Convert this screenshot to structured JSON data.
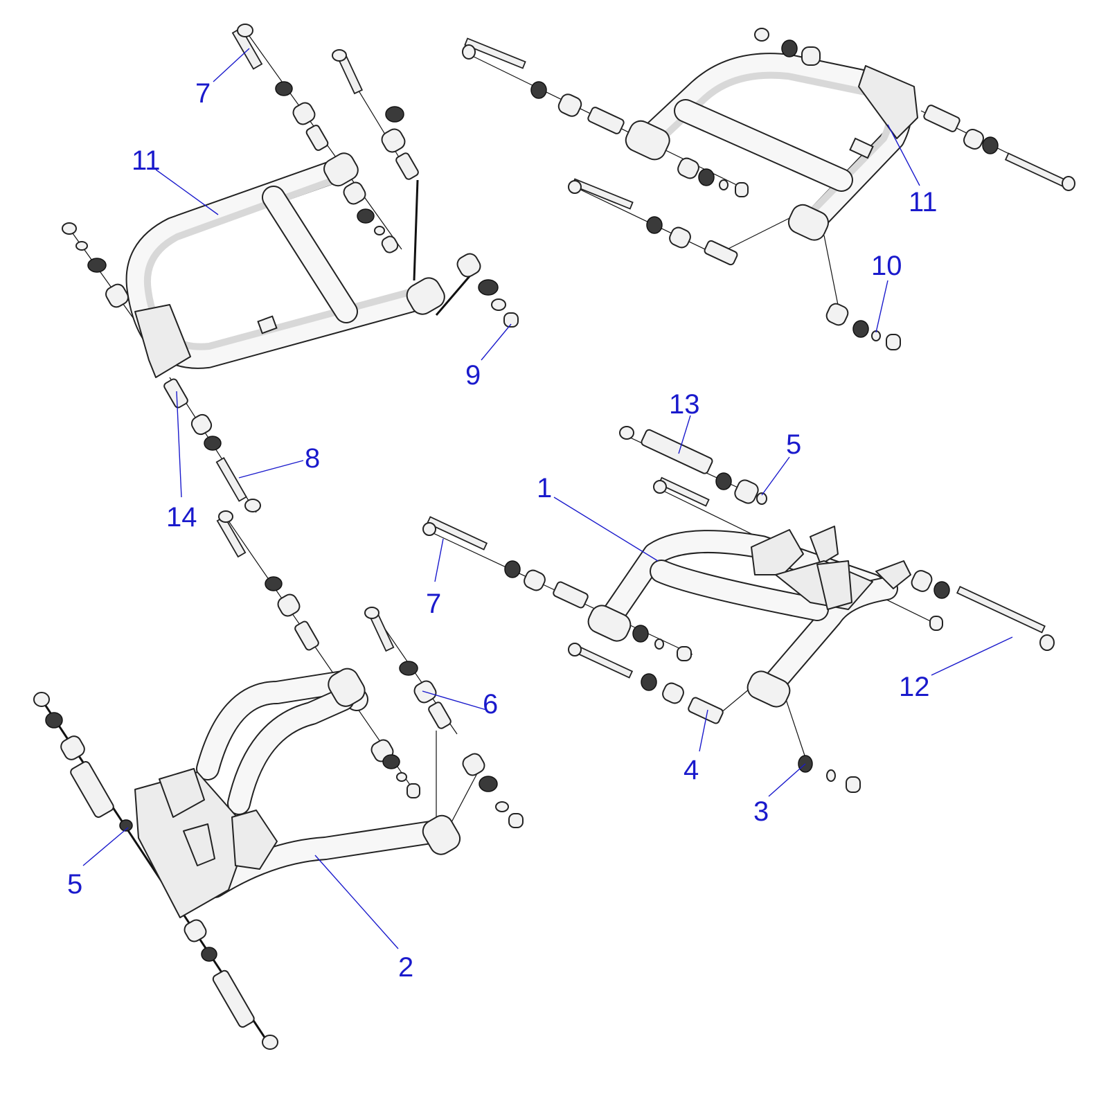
{
  "callouts": [
    {
      "id": "c7a",
      "label": "7"
    },
    {
      "id": "c11a",
      "label": "11"
    },
    {
      "id": "c9",
      "label": "9"
    },
    {
      "id": "c8",
      "label": "8"
    },
    {
      "id": "c14",
      "label": "14"
    },
    {
      "id": "c11b",
      "label": "11"
    },
    {
      "id": "c10",
      "label": "10"
    },
    {
      "id": "c13",
      "label": "13"
    },
    {
      "id": "c5a",
      "label": "5"
    },
    {
      "id": "c1",
      "label": "1"
    },
    {
      "id": "c7b",
      "label": "7"
    },
    {
      "id": "c12",
      "label": "12"
    },
    {
      "id": "c4",
      "label": "4"
    },
    {
      "id": "c3",
      "label": "3"
    },
    {
      "id": "c6",
      "label": "6"
    },
    {
      "id": "c5b",
      "label": "5"
    },
    {
      "id": "c2",
      "label": "2"
    }
  ],
  "colors": {
    "callout": "#1a1acc",
    "line": "#222222",
    "part_fill": "#f2f2f2"
  }
}
